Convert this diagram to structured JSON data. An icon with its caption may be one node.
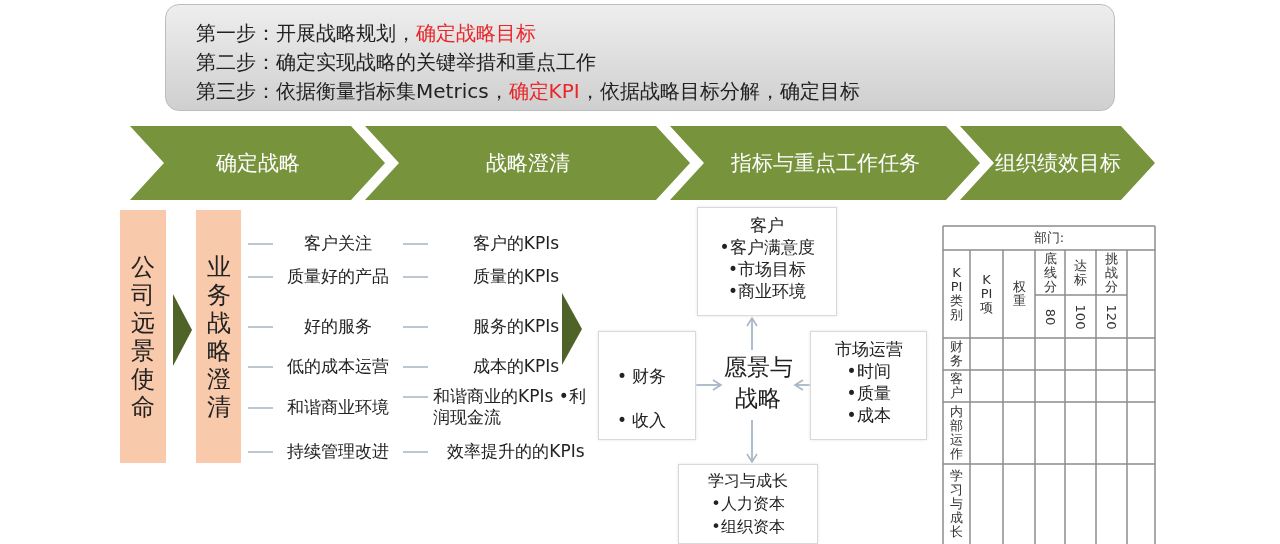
{
  "diagram": {
    "nodes": [
      {
        "text": [
          "第一步：开展战略规划，*确定战略目标*",
          "第二步：确定实现战略的关键举措和重点工作",
          "第三步：依据衡量指标集Metrics，*确定KPI*，依据战略目标分解，确定目标"
        ]
      },
      {
        "text": [
          "确定战略"
        ]
      },
      {
        "text": [
          "战略澄清"
        ]
      },
      {
        "text": [
          "指标与重点工作任务"
        ]
      },
      {
        "text": [
          "组织绩效目标"
        ]
      },
      {
        "text": [
          "公司远景使命"
        ]
      },
      {
        "text": [
          "业务战略澄清"
        ]
      },
      {
        "text": [
          "客户",
          "•客户满意度",
          "•市场目标",
          "•商业环境"
        ]
      },
      {
        "text": [
          "• 财务",
          "• 收入"
        ]
      },
      {
        "text": [
          "愿景与战略"
        ]
      },
      {
        "text": [
          "市场运营",
          "•时间",
          "•质量",
          "•成本"
        ]
      },
      {
        "text": [
          "学习与成长",
          "•人力资本",
          "•组织资本"
        ]
      }
    ],
    "edges": [
      {
        "from": 5,
        "to": 6,
        "arrow": "to",
        "color": "#4f6228"
      },
      {
        "from": 9,
        "to": 7,
        "arrow": "to"
      },
      {
        "from": 8,
        "to": 9,
        "arrow": "to"
      },
      {
        "from": 10,
        "to": 9,
        "arrow": "to"
      },
      {
        "from": 9,
        "to": 11,
        "arrow": "to"
      }
    ],
    "labels": [
      "客户关注",
      "客户的KPIs",
      "质量好的产品",
      "质量的KPIs",
      "好的服务",
      "服务的KPIs",
      "低的成本运营",
      "成本的KPIs",
      "和谐商业环境",
      "和谐商业的KPIs •利润现金流",
      "持续管理改进",
      "效率提升的的KPIs",
      "部门:",
      "KPI类别",
      "KPI项",
      "权重",
      "底线分",
      "达标",
      "挑战分",
      "80",
      "100",
      "120",
      "财务",
      "客户",
      "内部运作",
      "学习与成长"
    ]
  }
}
